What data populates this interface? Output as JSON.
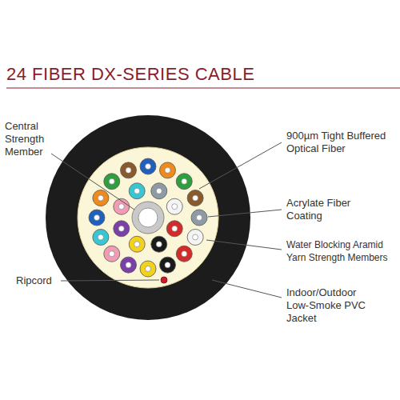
{
  "diagram": {
    "title": "24 FIBER DX-SERIES CABLE",
    "labels": [
      "900µm Tight Buffered Optical Fiber",
      "Central Strength Member",
      "Acrylate Fiber Coating",
      "Water Blocking Aramid Yarn Strength Members",
      "Ripcord",
      "Indoor/Outdoor Low-Smoke PVC Jacket"
    ]
  }
}
